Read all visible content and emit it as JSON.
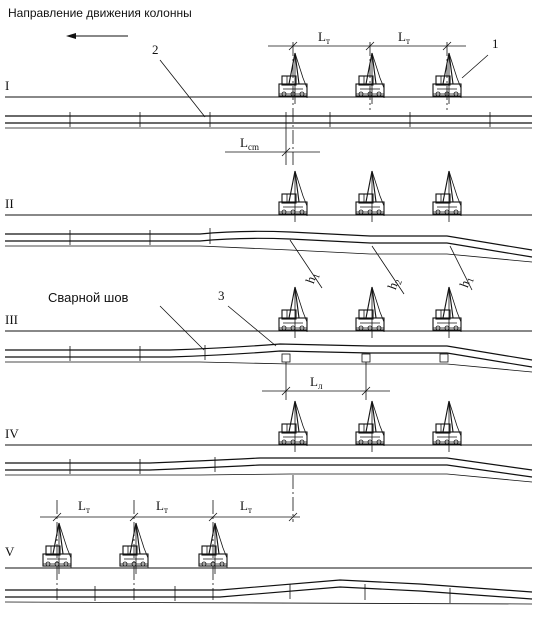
{
  "title": "Направление движения колонны",
  "stages": [
    "I",
    "II",
    "III",
    "IV",
    "V"
  ],
  "labels": {
    "lt": "L",
    "lt_sub": "т",
    "lcm": "L",
    "lcm_sub": "cm",
    "ll": "L",
    "ll_sub": "л",
    "h": "h",
    "h1_sub": "1",
    "h2_sub": "2",
    "weld": "Сварной шов",
    "n1": "1",
    "n2": "2",
    "n3": "3"
  }
}
